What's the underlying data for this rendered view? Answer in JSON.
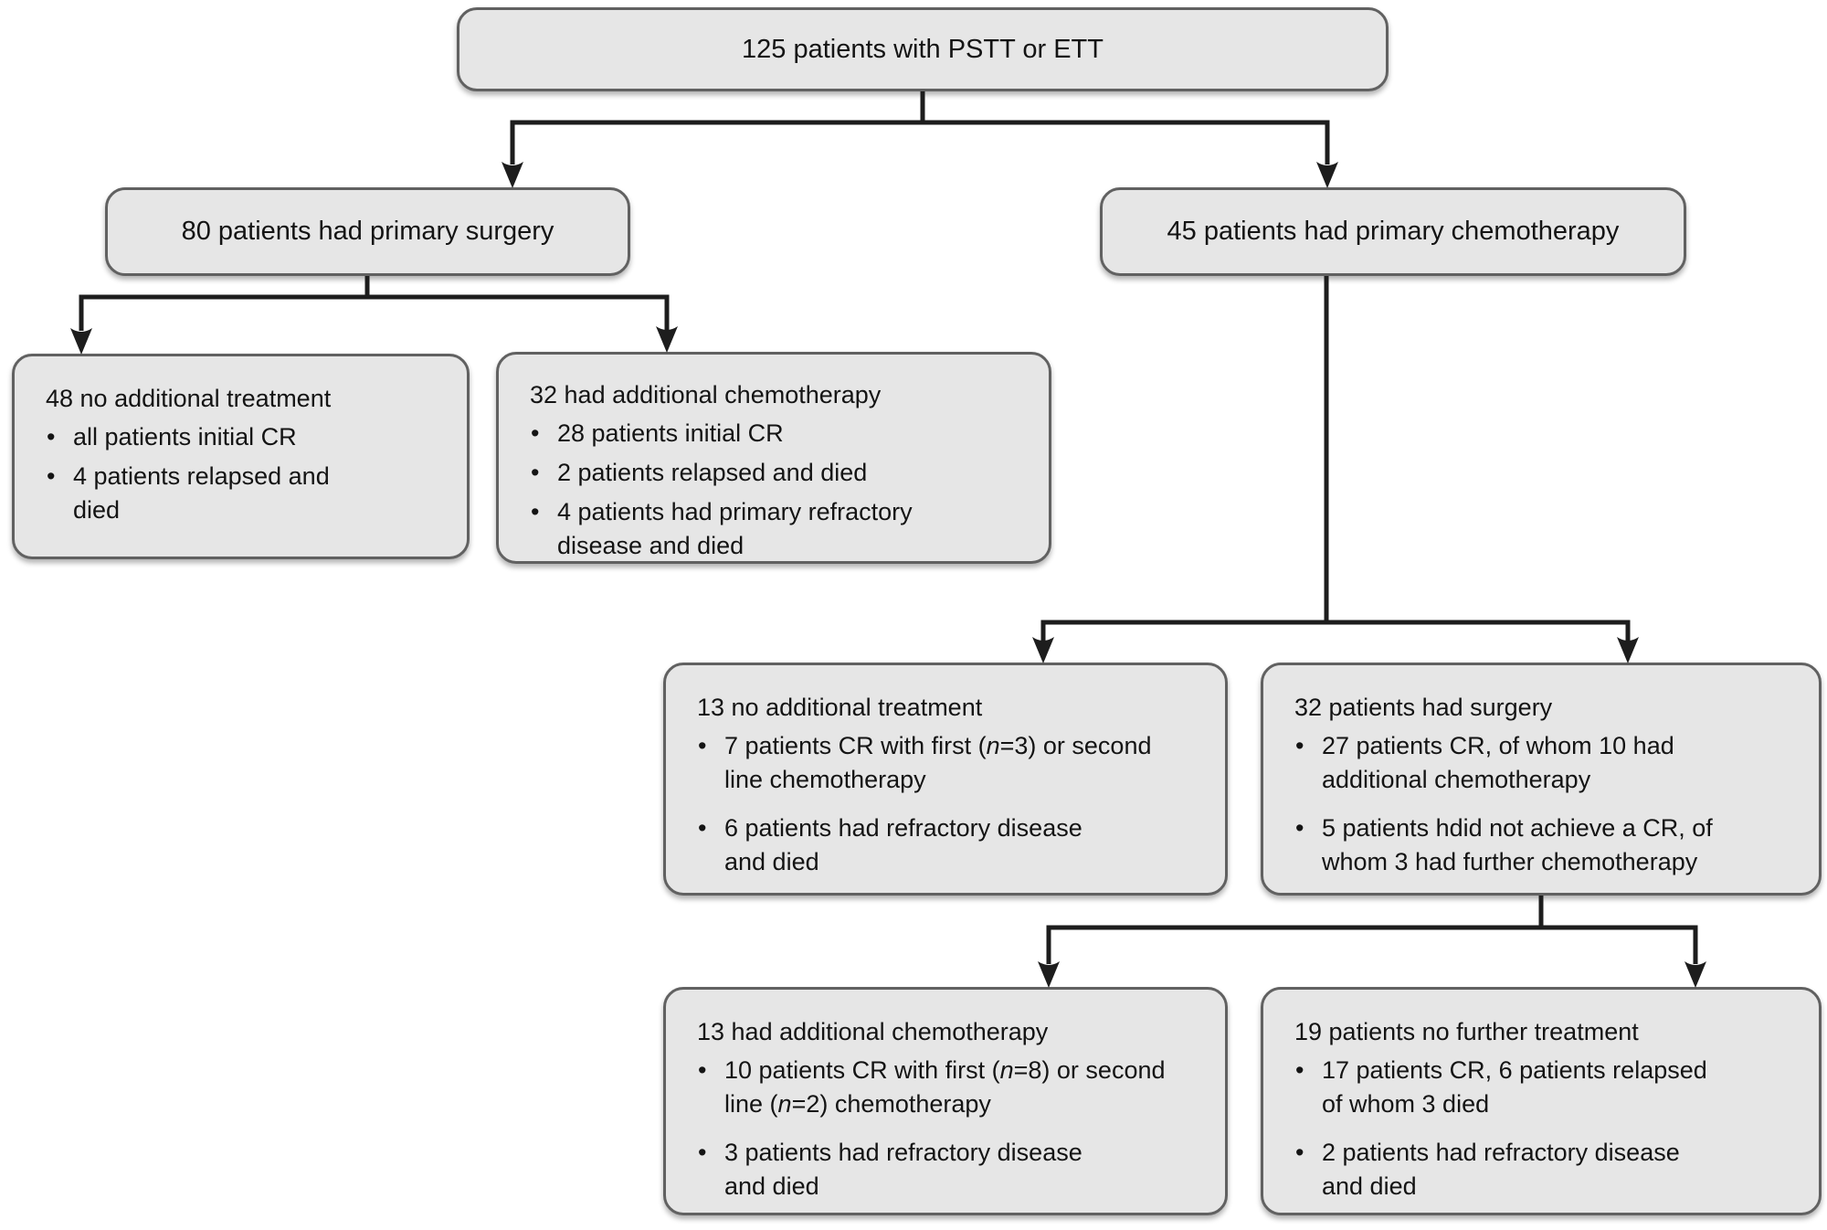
{
  "figure": {
    "bullet_glyph": "•",
    "colors": {
      "background": "#ffffff",
      "box_fill": "#e6e6e6",
      "box_border": "#616161",
      "line": "#1d1d1d",
      "text": "#141414"
    }
  },
  "nodes": {
    "root": {
      "label": "125 patients with PSTT or ETT"
    },
    "surgery80": {
      "label": "80 patients had primary surgery"
    },
    "chemo45": {
      "label": "45 patients had primary chemotherapy"
    },
    "nt48": {
      "heading": "48 no additional treatment",
      "bullets": [
        {
          "s0": "all patients initial CR"
        },
        {
          "s0": "4 patients relapsed and\ndied"
        }
      ]
    },
    "ac32": {
      "heading": "32 had additional chemotherapy",
      "bullets": [
        {
          "s0": "28 patients initial CR"
        },
        {
          "s0": "2 patients relapsed and died"
        },
        {
          "s0": "4 patients had primary refractory\ndisease and died"
        }
      ]
    },
    "nt13": {
      "heading": "13 no additional treatment",
      "bullets": [
        {
          "s0": "7 patients CR with first (",
          "s1": "n",
          "s2": "=3) or second\nline chemotherapy"
        },
        {
          "s0": "6 patients had refractory disease\nand died"
        }
      ]
    },
    "surg32": {
      "heading": "32 patients had surgery",
      "bullets": [
        {
          "s0": "27 patients CR, of whom 10 had\nadditional chemotherapy"
        },
        {
          "s0": "5 patients hdid not achieve a CR, of\nwhom 3 had further chemotherapy"
        }
      ]
    },
    "ac13": {
      "heading": "13 had additional chemotherapy",
      "bullets": [
        {
          "s0": "10 patients CR with first (",
          "s1": "n",
          "s2": "=8) or second\nline (",
          "s3": "n",
          "s4": "=2) chemotherapy"
        },
        {
          "s0": "3 patients had refractory disease\nand died"
        }
      ]
    },
    "nft19": {
      "heading": "19 patients no further treatment",
      "bullets": [
        {
          "s0": "17 patients CR, 6 patients relapsed\nof whom 3 died"
        },
        {
          "s0": "2 patients had refractory disease\nand died"
        }
      ]
    }
  }
}
